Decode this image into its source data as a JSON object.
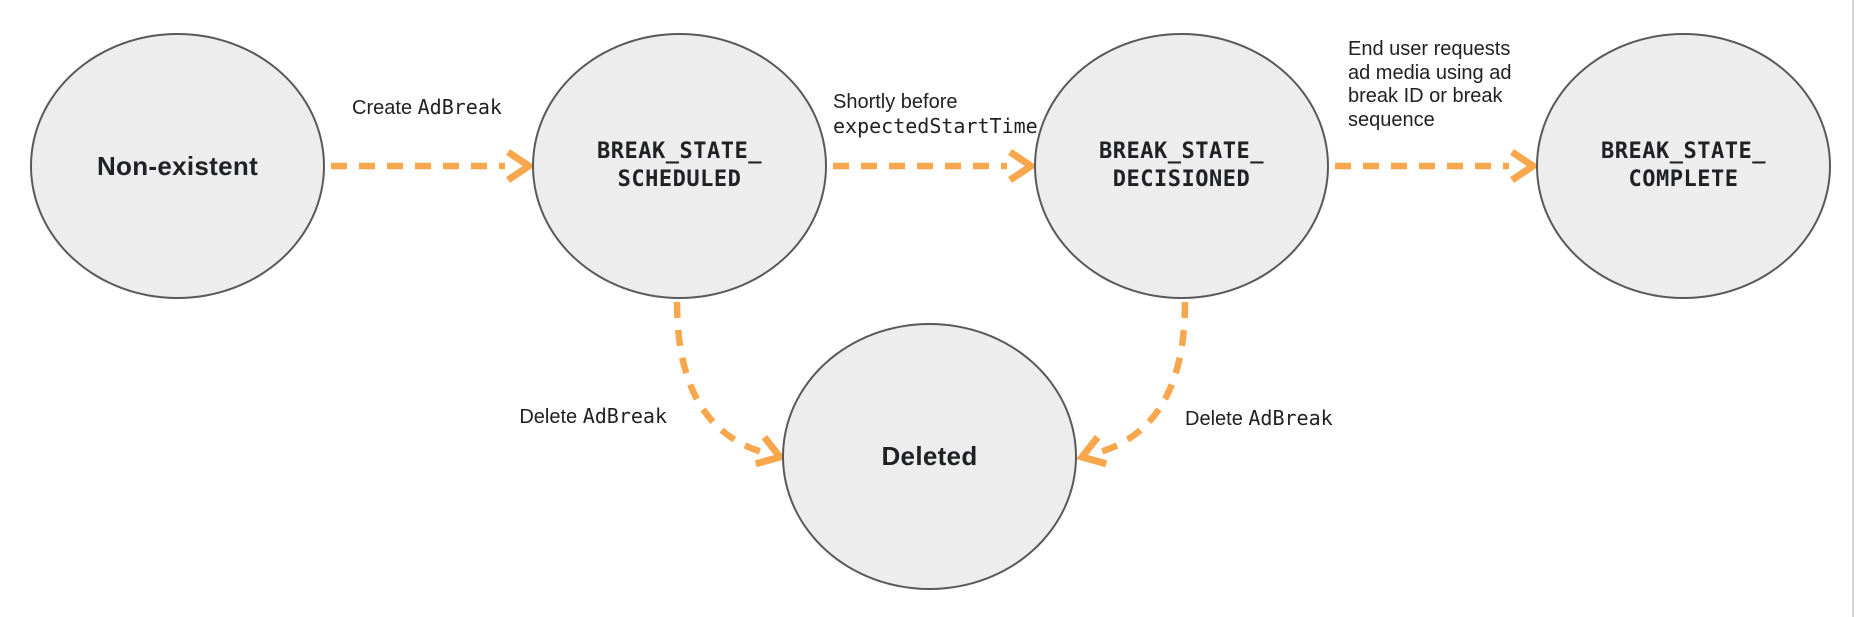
{
  "colors": {
    "accent": "#F9A74C",
    "node-fill": "#EDEDED",
    "node-border": "#58595B",
    "text": "#202124",
    "divider": "#D6D6D6",
    "canvas-bg": "#FFFFFF"
  },
  "states": {
    "non_existent": {
      "label": "Non-existent"
    },
    "scheduled": {
      "line1": "BREAK_STATE_",
      "line2": "SCHEDULED"
    },
    "decisioned": {
      "line1": "BREAK_STATE_",
      "line2": "DECISIONED"
    },
    "complete": {
      "line1": "BREAK_STATE_",
      "line2": "COMPLETE"
    },
    "deleted": {
      "label": "Deleted"
    }
  },
  "transitions": {
    "create": {
      "prefix": "Create ",
      "code": "AdBreak"
    },
    "decision": {
      "line1": "Shortly before",
      "code": "expectedStartTime"
    },
    "complete": {
      "lines": [
        "End user requests",
        "ad media using ad",
        "break ID or break",
        "sequence"
      ]
    },
    "delete_from_scheduled": {
      "prefix": "Delete ",
      "code": "AdBreak"
    },
    "delete_from_decisioned": {
      "prefix": "Delete ",
      "code": "AdBreak"
    }
  }
}
